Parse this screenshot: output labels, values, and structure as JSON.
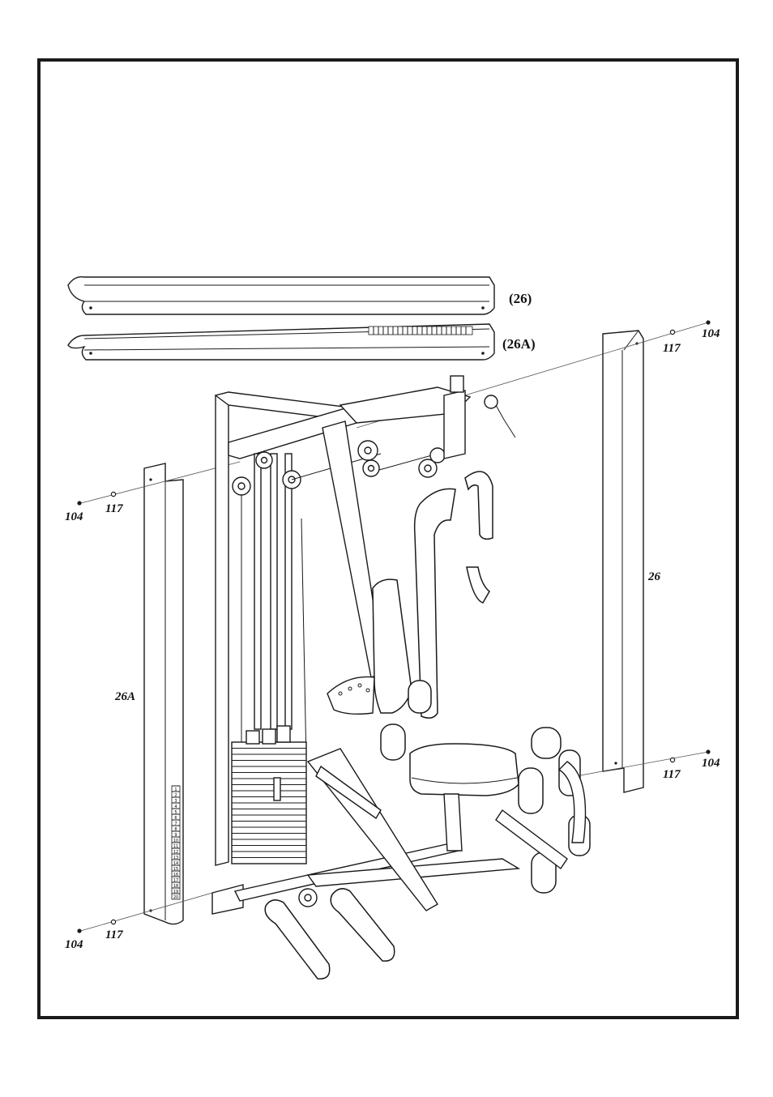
{
  "diagram": {
    "callouts": {
      "cover_26_top": "(26)",
      "cover_26a_top": "(26A)",
      "cover_26_side": "26",
      "cover_26a_side": "26A",
      "bolt_104_top_right": "104",
      "washer_117_top_right": "117",
      "bolt_104_mid_right": "104",
      "washer_117_mid_right": "117",
      "bolt_104_left_upper": "104",
      "washer_117_left_upper": "117",
      "bolt_104_left_lower": "104",
      "washer_117_left_lower": "117"
    },
    "weight_numbers": [
      "1",
      "2",
      "3",
      "4",
      "5",
      "6",
      "7",
      "8",
      "9",
      "10",
      "11",
      "12",
      "13",
      "14",
      "15",
      "16",
      "17",
      "18",
      "19",
      "20"
    ]
  }
}
